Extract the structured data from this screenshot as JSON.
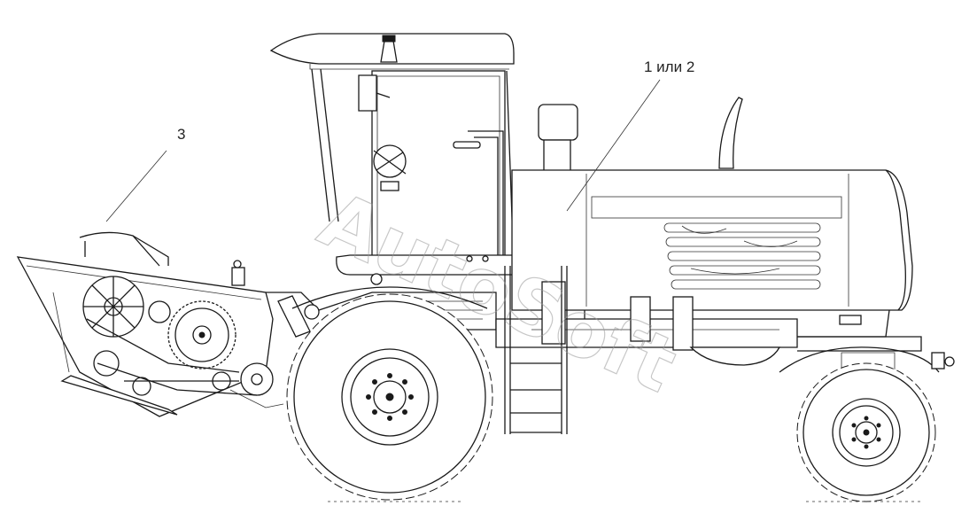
{
  "diagram": {
    "callouts": [
      {
        "id": "cab-engine",
        "label": "1 или 2"
      },
      {
        "id": "header",
        "label": "3"
      }
    ],
    "watermark": "AutoSoft",
    "colors": {
      "line": "#1a1a1a",
      "background": "#ffffff",
      "watermark": "#9a9a9a"
    }
  }
}
